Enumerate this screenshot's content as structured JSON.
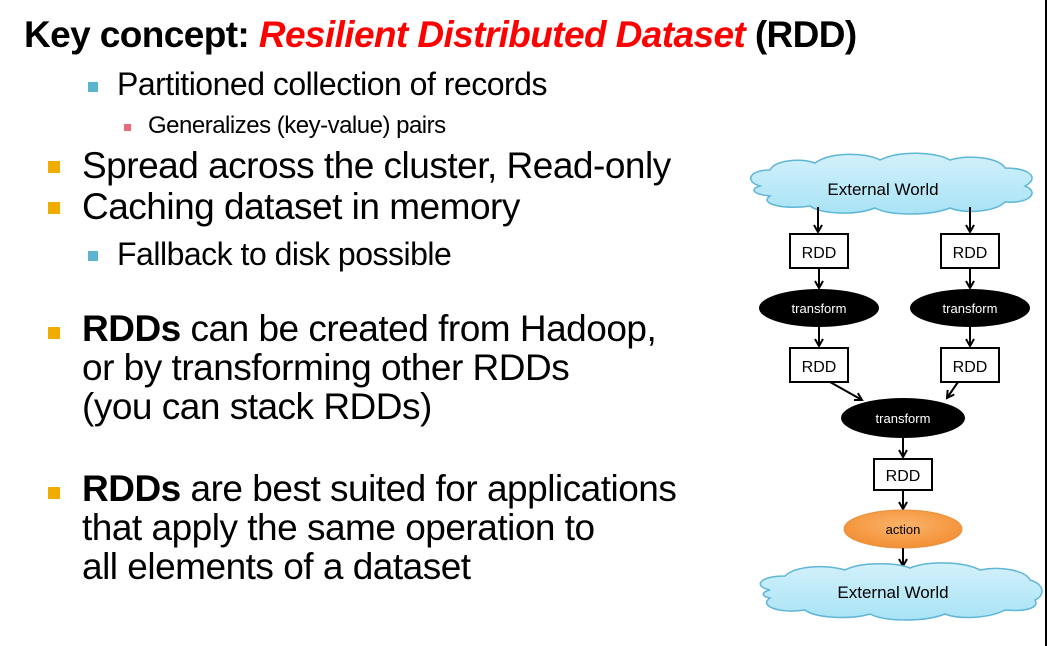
{
  "slide": {
    "title": {
      "prefix": "Key concept: ",
      "accent": "Resilient Distributed Dataset",
      "suffix": " (RDD)",
      "accent_color": "#ff0000"
    },
    "bullets": [
      {
        "level": 2,
        "text": "Partitioned collection of records"
      },
      {
        "level": 3,
        "text": "Generalizes (key-value) pairs"
      },
      {
        "level": 1,
        "text": "Spread across the cluster, Read-only"
      },
      {
        "level": 1,
        "text": "Caching dataset in memory"
      },
      {
        "level": 2,
        "text": "Fallback to disk possible"
      },
      {
        "level": 1,
        "bold": "RDDs",
        "lines": [
          " can be created from Hadoop,",
          "or by transforming other RDDs",
          "(you can stack RDDs)"
        ]
      },
      {
        "level": 1,
        "bold": "RDDs",
        "lines": [
          " are best suited for applications",
          "that apply the same operation to",
          "all elements of a dataset"
        ]
      }
    ],
    "colors": {
      "bullet_level1": "#f0ad00",
      "bullet_level2": "#5ab4cf",
      "bullet_level3": "#e86b7c"
    }
  },
  "diagram": {
    "source_cloud": "External World",
    "sink_cloud": "External World",
    "left_branch": {
      "rdd_in": "RDD",
      "transform": "transform",
      "rdd_out": "RDD"
    },
    "right_branch": {
      "rdd_in": "RDD",
      "transform": "transform",
      "rdd_out": "RDD"
    },
    "merge_transform": "transform",
    "merged_rdd": "RDD",
    "action": "action",
    "colors": {
      "cloud": "#b3e6f7",
      "cloud_stroke": "#5fb6d6",
      "transform": "#000000",
      "action": "#f7a04a"
    }
  }
}
